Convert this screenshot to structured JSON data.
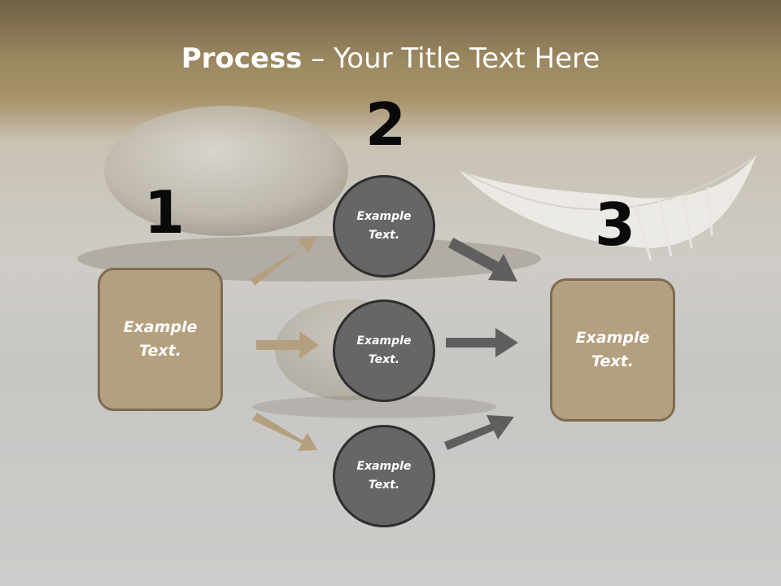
{
  "title": {
    "bold": "Process",
    "rest": " – Your Title Text Here"
  },
  "steps": [
    {
      "number": "1",
      "text": "Example\nText."
    },
    {
      "number": "2",
      "items": [
        "Example\nText.",
        "Example\nText.",
        "Example\nText."
      ]
    },
    {
      "number": "3",
      "text": "Example\nText."
    }
  ],
  "colors": {
    "box_fill": "#b49f7e",
    "box_border": "#7d6c52",
    "circle_fill": "#666666",
    "circle_border": "#2e2e2e",
    "arrow_tan": "#b49f7e",
    "arrow_gray": "#5f5f5f",
    "header_band": "#a8936b"
  }
}
